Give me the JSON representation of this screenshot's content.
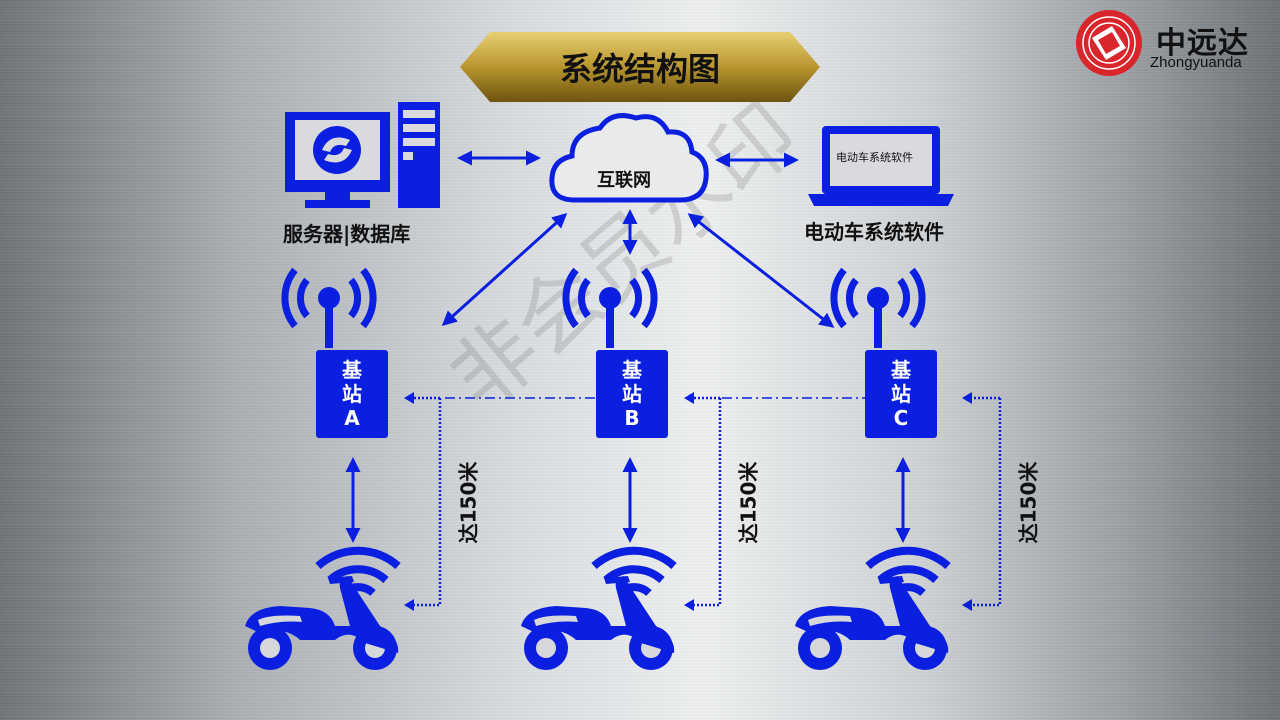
{
  "title": "系统结构图",
  "logo": {
    "name": "中远达",
    "sub": "Zhongyuanda"
  },
  "nodes": {
    "server_label": "服务器|数据库",
    "cloud_label": "互联网",
    "laptop_screen_text": "电动车系统软件",
    "laptop_label": "电动车系统软件"
  },
  "stations": [
    {
      "line1": "基",
      "line2": "站",
      "line3": "A"
    },
    {
      "line1": "基",
      "line2": "站",
      "line3": "B"
    },
    {
      "line1": "基",
      "line2": "站",
      "line3": "C"
    }
  ],
  "distance_label": "达150米",
  "watermark": "非会员水印",
  "colors": {
    "accent_blue": "#0a1fe0",
    "banner_gold": "#b8962e",
    "logo_red": "#d9262c"
  }
}
